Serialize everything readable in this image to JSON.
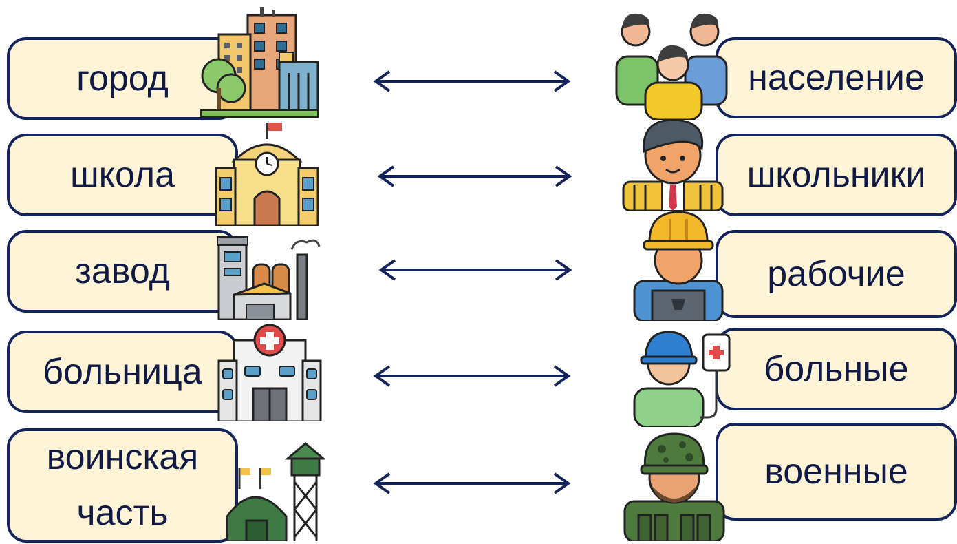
{
  "colors": {
    "card_fill": "#fdf3d7",
    "card_border": "#14245a",
    "arrow": "#14245a",
    "text": "#111a44"
  },
  "rows": [
    {
      "left": {
        "label": "город",
        "icon": "city-icon"
      },
      "right": {
        "label": "население",
        "icon": "people-icon"
      }
    },
    {
      "left": {
        "label": "школа",
        "icon": "school-icon"
      },
      "right": {
        "label": "школьники",
        "icon": "schoolboy-icon"
      }
    },
    {
      "left": {
        "label": "завод",
        "icon": "factory-icon"
      },
      "right": {
        "label": "рабочие",
        "icon": "worker-icon"
      }
    },
    {
      "left": {
        "label": "больница",
        "icon": "hospital-icon"
      },
      "right": {
        "label": "больные",
        "icon": "patient-icon"
      }
    },
    {
      "left": {
        "label": "воинская\nчасть",
        "icon": "military-base-icon"
      },
      "right": {
        "label": "военные",
        "icon": "soldier-icon"
      }
    }
  ]
}
